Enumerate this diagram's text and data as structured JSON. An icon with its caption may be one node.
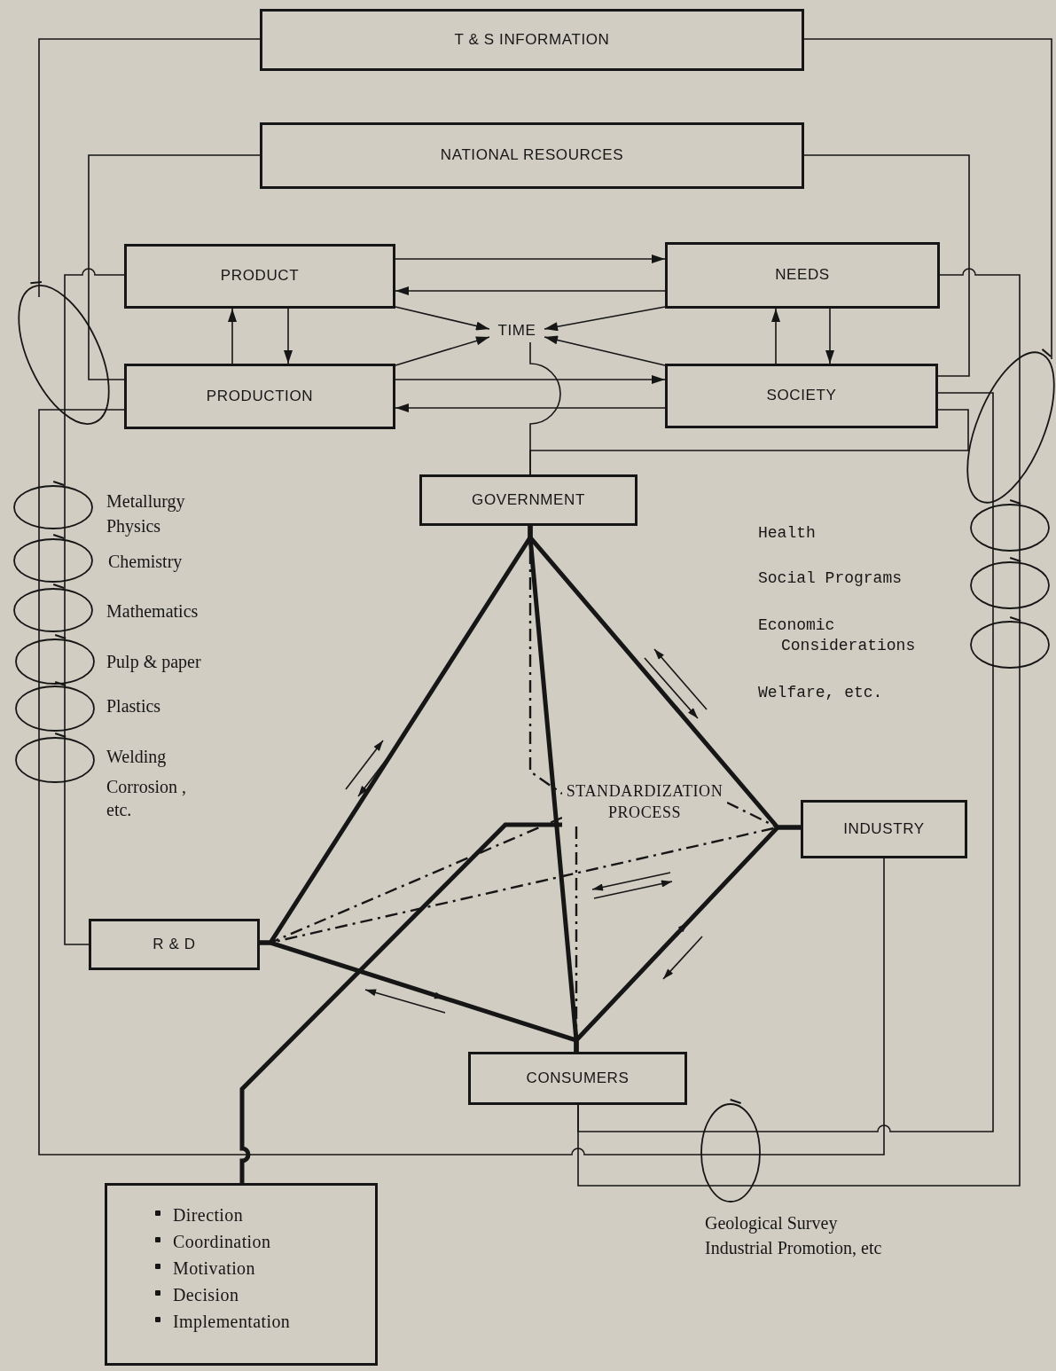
{
  "diagram": {
    "nodes": [
      {
        "text": [
          "T & S INFORMATION"
        ]
      },
      {
        "text": [
          "NATIONAL RESOURCES"
        ]
      },
      {
        "text": [
          "PRODUCT"
        ]
      },
      {
        "text": [
          "NEEDS"
        ]
      },
      {
        "text": [
          "TIME"
        ]
      },
      {
        "text": [
          "PRODUCTION"
        ]
      },
      {
        "text": [
          "SOCIETY"
        ]
      },
      {
        "text": [
          "GOVERNMENT"
        ]
      },
      {
        "text": [
          "INDUSTRY"
        ]
      },
      {
        "text": [
          "STANDARDIZATION PROCESS"
        ]
      },
      {
        "text": [
          "R & D"
        ]
      },
      {
        "text": [
          "CONSUMERS"
        ]
      },
      {
        "text": [
          "Direction",
          "Coordination",
          "Motivation",
          "Decision",
          "Implementation"
        ]
      }
    ],
    "edges": [
      {
        "from": 2,
        "to": 3,
        "arrow": "to"
      },
      {
        "from": 3,
        "to": 2,
        "arrow": "to"
      },
      {
        "from": 2,
        "to": 4,
        "arrow": "to"
      },
      {
        "from": 5,
        "to": 4,
        "arrow": "to"
      },
      {
        "from": 3,
        "to": 4,
        "arrow": "to"
      },
      {
        "from": 6,
        "to": 4,
        "arrow": "to"
      },
      {
        "from": 5,
        "to": 2,
        "arrow": "to"
      },
      {
        "from": 2,
        "to": 5,
        "arrow": "to"
      },
      {
        "from": 6,
        "to": 3,
        "arrow": "to"
      },
      {
        "from": 3,
        "to": 6,
        "arrow": "to"
      },
      {
        "from": 5,
        "to": 6,
        "arrow": "to"
      },
      {
        "from": 6,
        "to": 5,
        "arrow": "to"
      },
      {
        "from": 4,
        "to": 7,
        "arrow": "none"
      },
      {
        "from": 6,
        "to": 7,
        "arrow": "none"
      },
      {
        "from": 0,
        "to": null,
        "arrow": "none"
      },
      {
        "from": 0,
        "to": null,
        "arrow": "none"
      },
      {
        "from": 1,
        "to": 5,
        "arrow": "none"
      },
      {
        "from": 1,
        "to": 6,
        "arrow": "none"
      },
      {
        "from": 2,
        "to": 10,
        "arrow": "none"
      },
      {
        "from": 3,
        "to": 11,
        "arrow": "none"
      },
      {
        "from": 6,
        "to": 11,
        "arrow": "none"
      },
      {
        "from": 5,
        "to": 8,
        "arrow": "none"
      },
      {
        "from": 7,
        "to": 10,
        "arrow": "none",
        "style": "thick"
      },
      {
        "from": 7,
        "to": 8,
        "arrow": "none",
        "style": "thick"
      },
      {
        "from": 7,
        "to": 11,
        "arrow": "none",
        "style": "thick"
      },
      {
        "from": 10,
        "to": 11,
        "arrow": "none",
        "style": "thick"
      },
      {
        "from": 11,
        "to": 8,
        "arrow": "none",
        "style": "thick"
      },
      {
        "from": 10,
        "to": 8,
        "arrow": "none",
        "style": "dashed"
      },
      {
        "from": 7,
        "to": 9,
        "arrow": "none",
        "style": "dashed"
      },
      {
        "from": 9,
        "to": 8,
        "arrow": "none",
        "style": "dashed"
      },
      {
        "from": 9,
        "to": 10,
        "arrow": "none",
        "style": "dashed"
      },
      {
        "from": 9,
        "to": 11,
        "arrow": "none",
        "style": "dashed"
      },
      {
        "from": 9,
        "to": 12,
        "arrow": "none",
        "style": "thick"
      }
    ],
    "labels": [
      "Metallurgy",
      "Physics",
      "Chemistry",
      "Mathematics",
      "Pulp & paper",
      "Plastics",
      "Welding",
      "Corrosion , etc.",
      "Health",
      "Social Programs",
      "Economic Considerations",
      "Welfare, etc.",
      "Geological Survey",
      "Industrial Promotion, etc"
    ]
  }
}
